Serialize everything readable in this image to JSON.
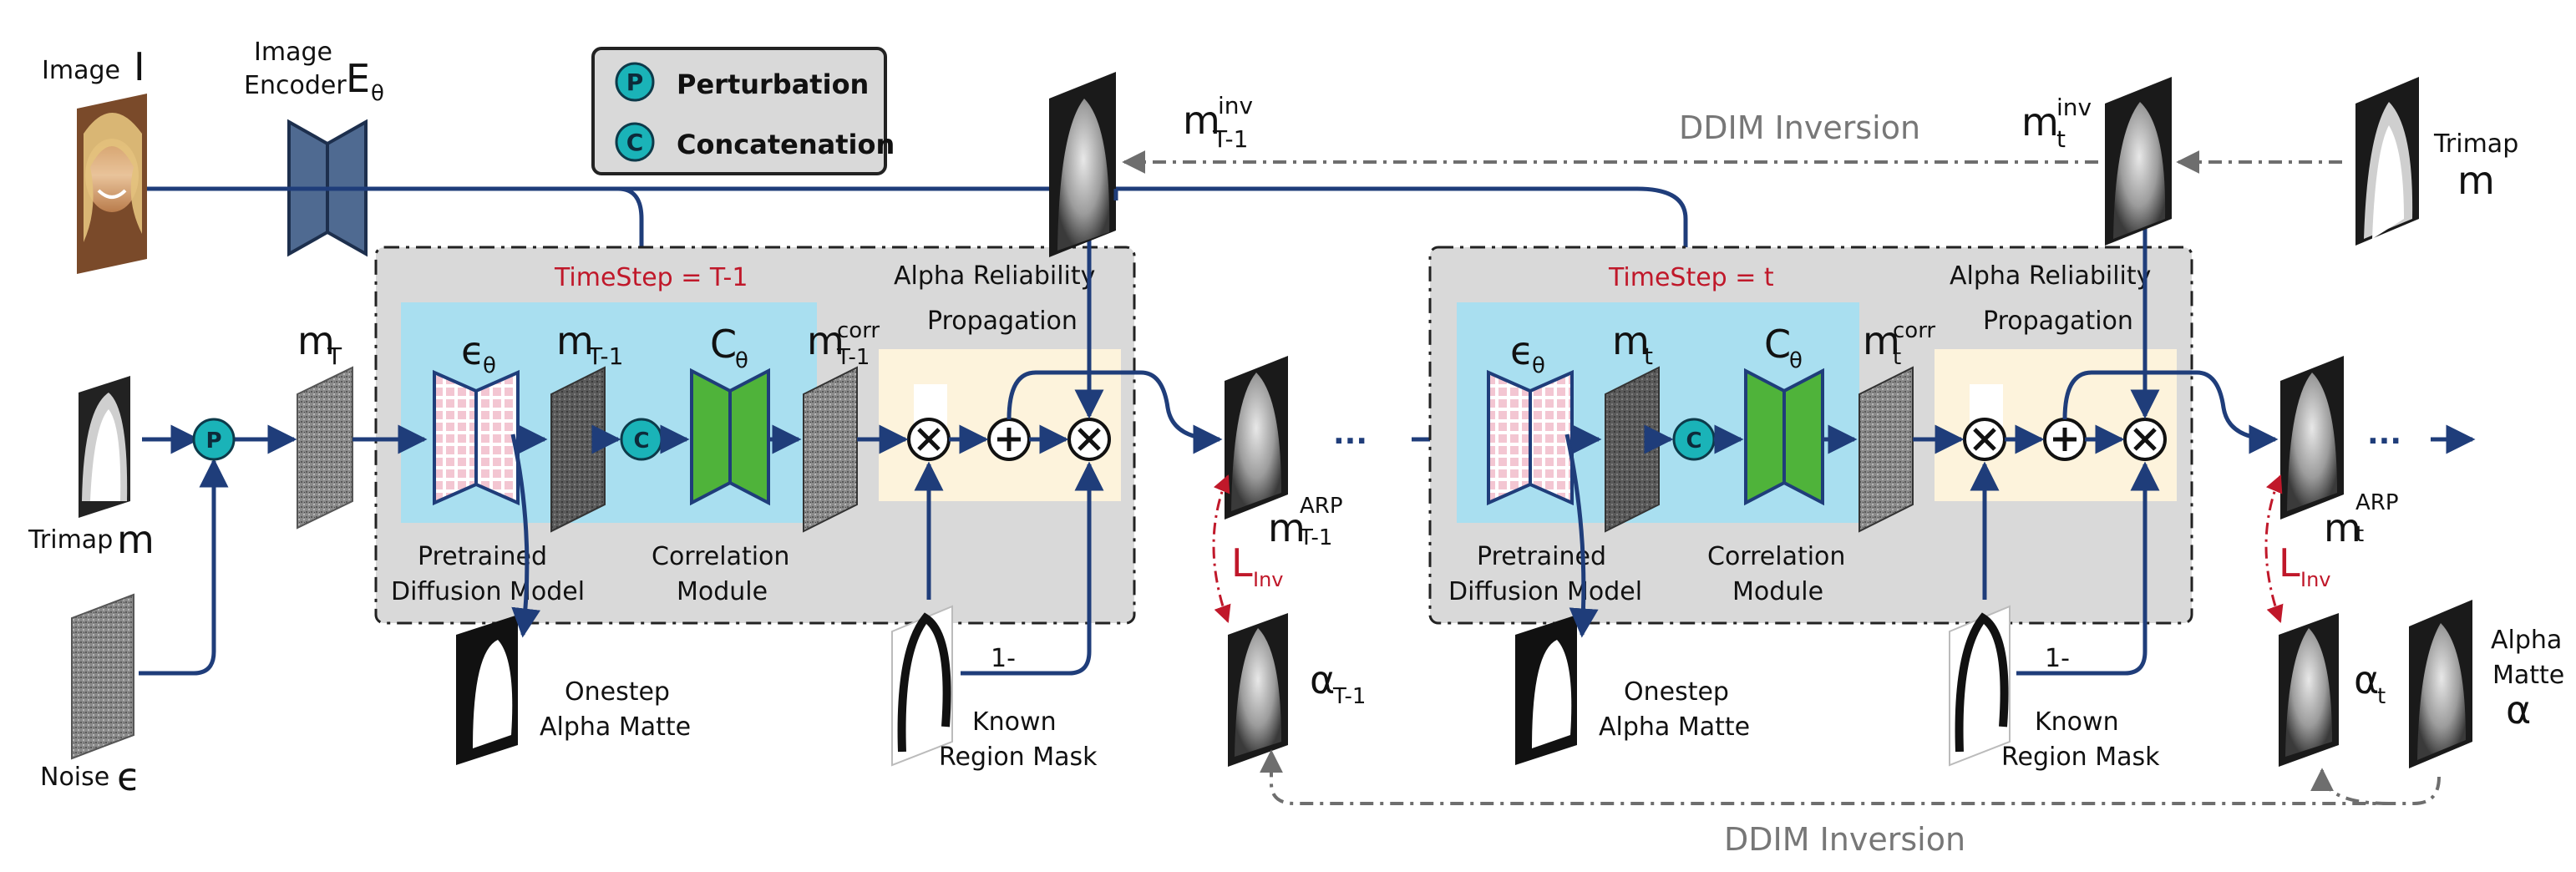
{
  "legend": {
    "perturbation_symbol": "P",
    "perturbation_label": "Perturbation",
    "concatenation_symbol": "C",
    "concatenation_label": "Concatenation"
  },
  "inputs": {
    "image_label": "Image",
    "image_symbol": "I",
    "encoder_label_1": "Image",
    "encoder_label_2": "Encoder",
    "encoder_symbol": "E",
    "encoder_sub": "θ",
    "trimap_label": "Trimap",
    "trimap_symbol": "m",
    "noise_label": "Noise",
    "noise_symbol": "ϵ"
  },
  "stage1": {
    "timestep": "TimeStep = T-1",
    "arp_title_1": "Alpha Reliability",
    "arp_title_2": "Propagation",
    "m_input": "m",
    "m_input_sub": "T",
    "eps": "ϵ",
    "eps_sub": "θ",
    "m_prev": "m",
    "m_prev_sub": "T-1",
    "corr_module": "C",
    "corr_module_sub": "θ",
    "m_corr": "m",
    "m_corr_sup": "corr",
    "m_corr_sub": "T-1",
    "pretrained_1": "Pretrained",
    "pretrained_2": "Diffusion Model",
    "correlation_1": "Correlation",
    "correlation_2": "Module",
    "onestep_1": "Onestep",
    "onestep_2": "Alpha Matte",
    "known_1": "Known",
    "known_2": "Region Mask",
    "one_minus": "1-",
    "m_arp": "m",
    "m_arp_sup": "ARP",
    "m_arp_sub": "T-1",
    "m_inv": "m",
    "m_inv_sup": "inv",
    "m_inv_sub": "T-1",
    "l_inv": "L",
    "l_inv_sub": "Inv",
    "alpha": "α",
    "alpha_sub": "T-1"
  },
  "stage2": {
    "timestep": "TimeStep = t",
    "arp_title_1": "Alpha Reliability",
    "arp_title_2": "Propagation",
    "eps": "ϵ",
    "eps_sub": "θ",
    "m_prev": "m",
    "m_prev_sub": "t",
    "corr_module": "C",
    "corr_module_sub": "θ",
    "m_corr": "m",
    "m_corr_sup": "corr",
    "m_corr_sub": "t",
    "pretrained_1": "Pretrained",
    "pretrained_2": "Diffusion Model",
    "correlation_1": "Correlation",
    "correlation_2": "Module",
    "onestep_1": "Onestep",
    "onestep_2": "Alpha Matte",
    "known_1": "Known",
    "known_2": "Region Mask",
    "one_minus": "1-",
    "m_arp": "m",
    "m_arp_sup": "ARP",
    "m_arp_sub": "t",
    "m_inv": "m",
    "m_inv_sup": "inv",
    "m_inv_sub": "t",
    "l_inv": "L",
    "l_inv_sub": "Inv",
    "alpha": "α",
    "alpha_sub": "t"
  },
  "top_right": {
    "trimap_label": "Trimap",
    "trimap_symbol": "m"
  },
  "bottom_right": {
    "alpha_label_1": "Alpha",
    "alpha_label_2": "Matte",
    "alpha_symbol": "α"
  },
  "ddim_top": "DDIM Inversion",
  "ddim_bottom": "DDIM Inversion",
  "ellipsis_1": "···",
  "ellipsis_2": "···",
  "colors": {
    "flow": "#1f3d7a",
    "dash": "#6e6e6e",
    "panel": "#d9d9d9",
    "cyan_panel": "#a9dff0",
    "cream_panel": "#fdf3dc",
    "green_module": "#4fb33a",
    "teal_op": "#1ab3b8",
    "timestep_red": "#c0182a",
    "encoder": "#4f6a91"
  }
}
